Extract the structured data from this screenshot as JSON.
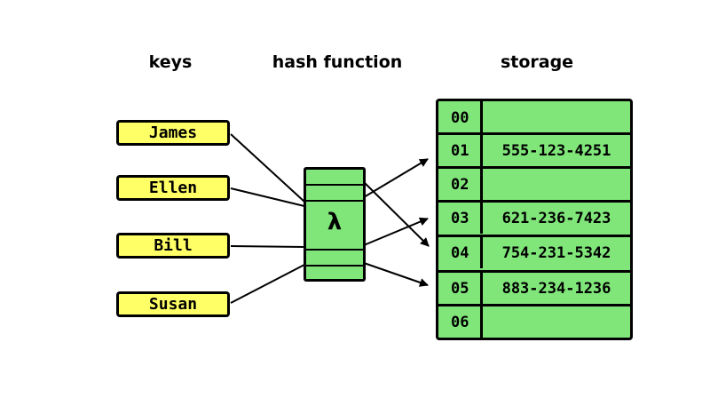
{
  "headings": {
    "keys": "keys",
    "hash_function": "hash function",
    "storage": "storage"
  },
  "keys": [
    "James",
    "Ellen",
    "Bill",
    "Susan"
  ],
  "hash_function": {
    "symbol": "λ"
  },
  "storage": {
    "rows": [
      {
        "index": "00",
        "value": ""
      },
      {
        "index": "01",
        "value": "555-123-4251"
      },
      {
        "index": "02",
        "value": ""
      },
      {
        "index": "03",
        "value": "621-236-7423"
      },
      {
        "index": "04",
        "value": "754-231-5342"
      },
      {
        "index": "05",
        "value": "883-234-1236"
      },
      {
        "index": "06",
        "value": ""
      }
    ]
  },
  "colors": {
    "key_fill": "#ffff66",
    "hash_fill": "#80e67a",
    "storage_fill": "#80e67a",
    "stroke": "#000000"
  }
}
